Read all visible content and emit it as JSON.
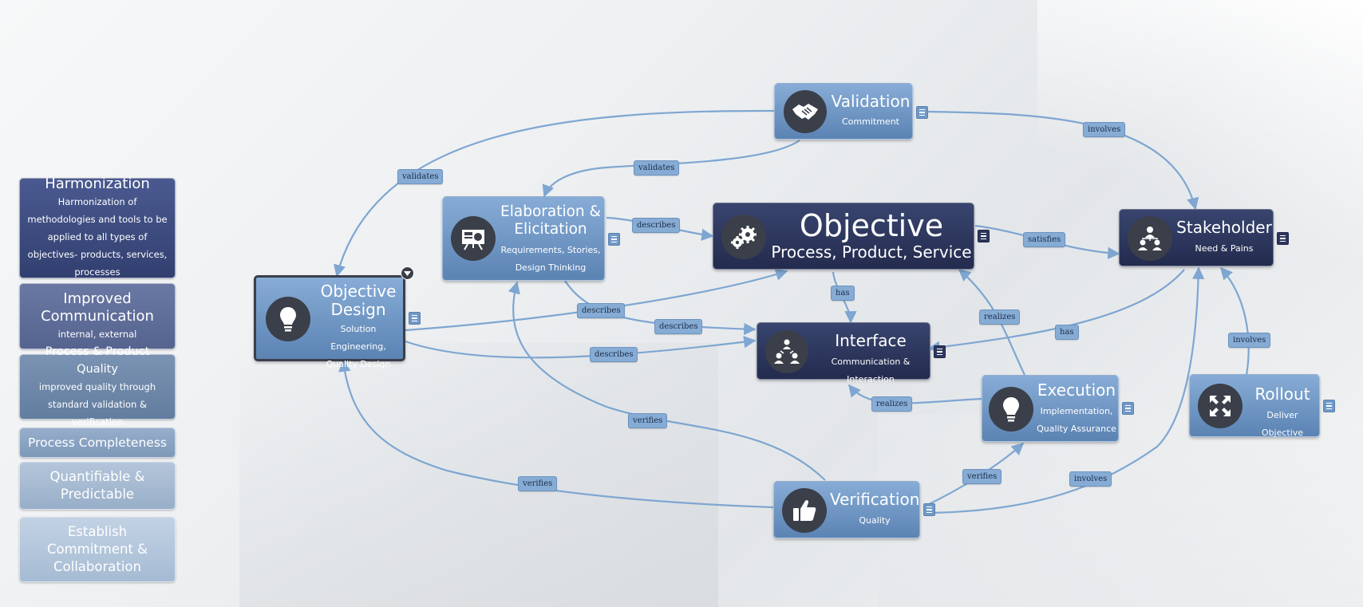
{
  "legend": [
    {
      "title": "Harmonization",
      "sub": "Harmonization of methodologies and tools to be applied to all types of objectives- products, services, processes",
      "color": "#3c4b80"
    },
    {
      "title": "Improved Communication",
      "sub": "internal, external",
      "color": "#5e6d9a"
    },
    {
      "title": "Process & Product Quality",
      "sub": "improved quality through standard validation & verification",
      "color": "#6f87a8"
    },
    {
      "title": "Process Completeness",
      "sub": "",
      "color": "#8aa3c2"
    },
    {
      "title": "Quantifiable & Predictable",
      "sub": "",
      "color": "#a5b9d1"
    },
    {
      "title": "Establish Commitment & Collaboration",
      "sub": "",
      "color": "#b5c7dc"
    }
  ],
  "nodes": {
    "validation": {
      "title": "Validation",
      "sub": "Commitment",
      "icon": "handshake-icon"
    },
    "elaboration": {
      "title": "Elaboration & Elicitation",
      "sub": "Requirements, Stories, Design Thinking",
      "icon": "presentation-icon"
    },
    "objective": {
      "title": "Objective",
      "sub": "Process, Product, Service",
      "icon": "gears-icon"
    },
    "stakeholder": {
      "title": "Stakeholder",
      "sub": "Need & Pains",
      "icon": "people-network-icon"
    },
    "objective_design": {
      "title": "Objective Design",
      "sub": "Solution Engineering, Quality Design",
      "icon": "lightbulb-icon"
    },
    "interface": {
      "title": "Interface",
      "sub": "Communication & Interaction",
      "icon": "people-exchange-icon"
    },
    "execution": {
      "title": "Execution",
      "sub": "Implementation, Quality Assurance",
      "icon": "lightbulb-icon"
    },
    "rollout": {
      "title": "Rollout",
      "sub": "Deliver Objective",
      "icon": "expand-arrows-icon"
    },
    "verification": {
      "title": "Verification",
      "sub": "Quality",
      "icon": "thumbs-up-icon"
    }
  },
  "edge_labels": {
    "validates_1": "validates",
    "validates_2": "validates",
    "involves_1": "involves",
    "describes_1": "describes",
    "satisfies": "satisfies",
    "has_1": "has",
    "describes_2": "describes",
    "describes_3": "describes",
    "describes_4": "describes",
    "realizes_1": "realizes",
    "has_2": "has",
    "involves_2": "involves",
    "realizes_2": "realizes",
    "verifies_1": "verifies",
    "verifies_2": "verifies",
    "verifies_3": "verifies",
    "involves_3": "involves"
  },
  "colors": {
    "edge": "#7ea6d1",
    "node_light": "#6f97c6",
    "node_dark": "#2c3559"
  }
}
